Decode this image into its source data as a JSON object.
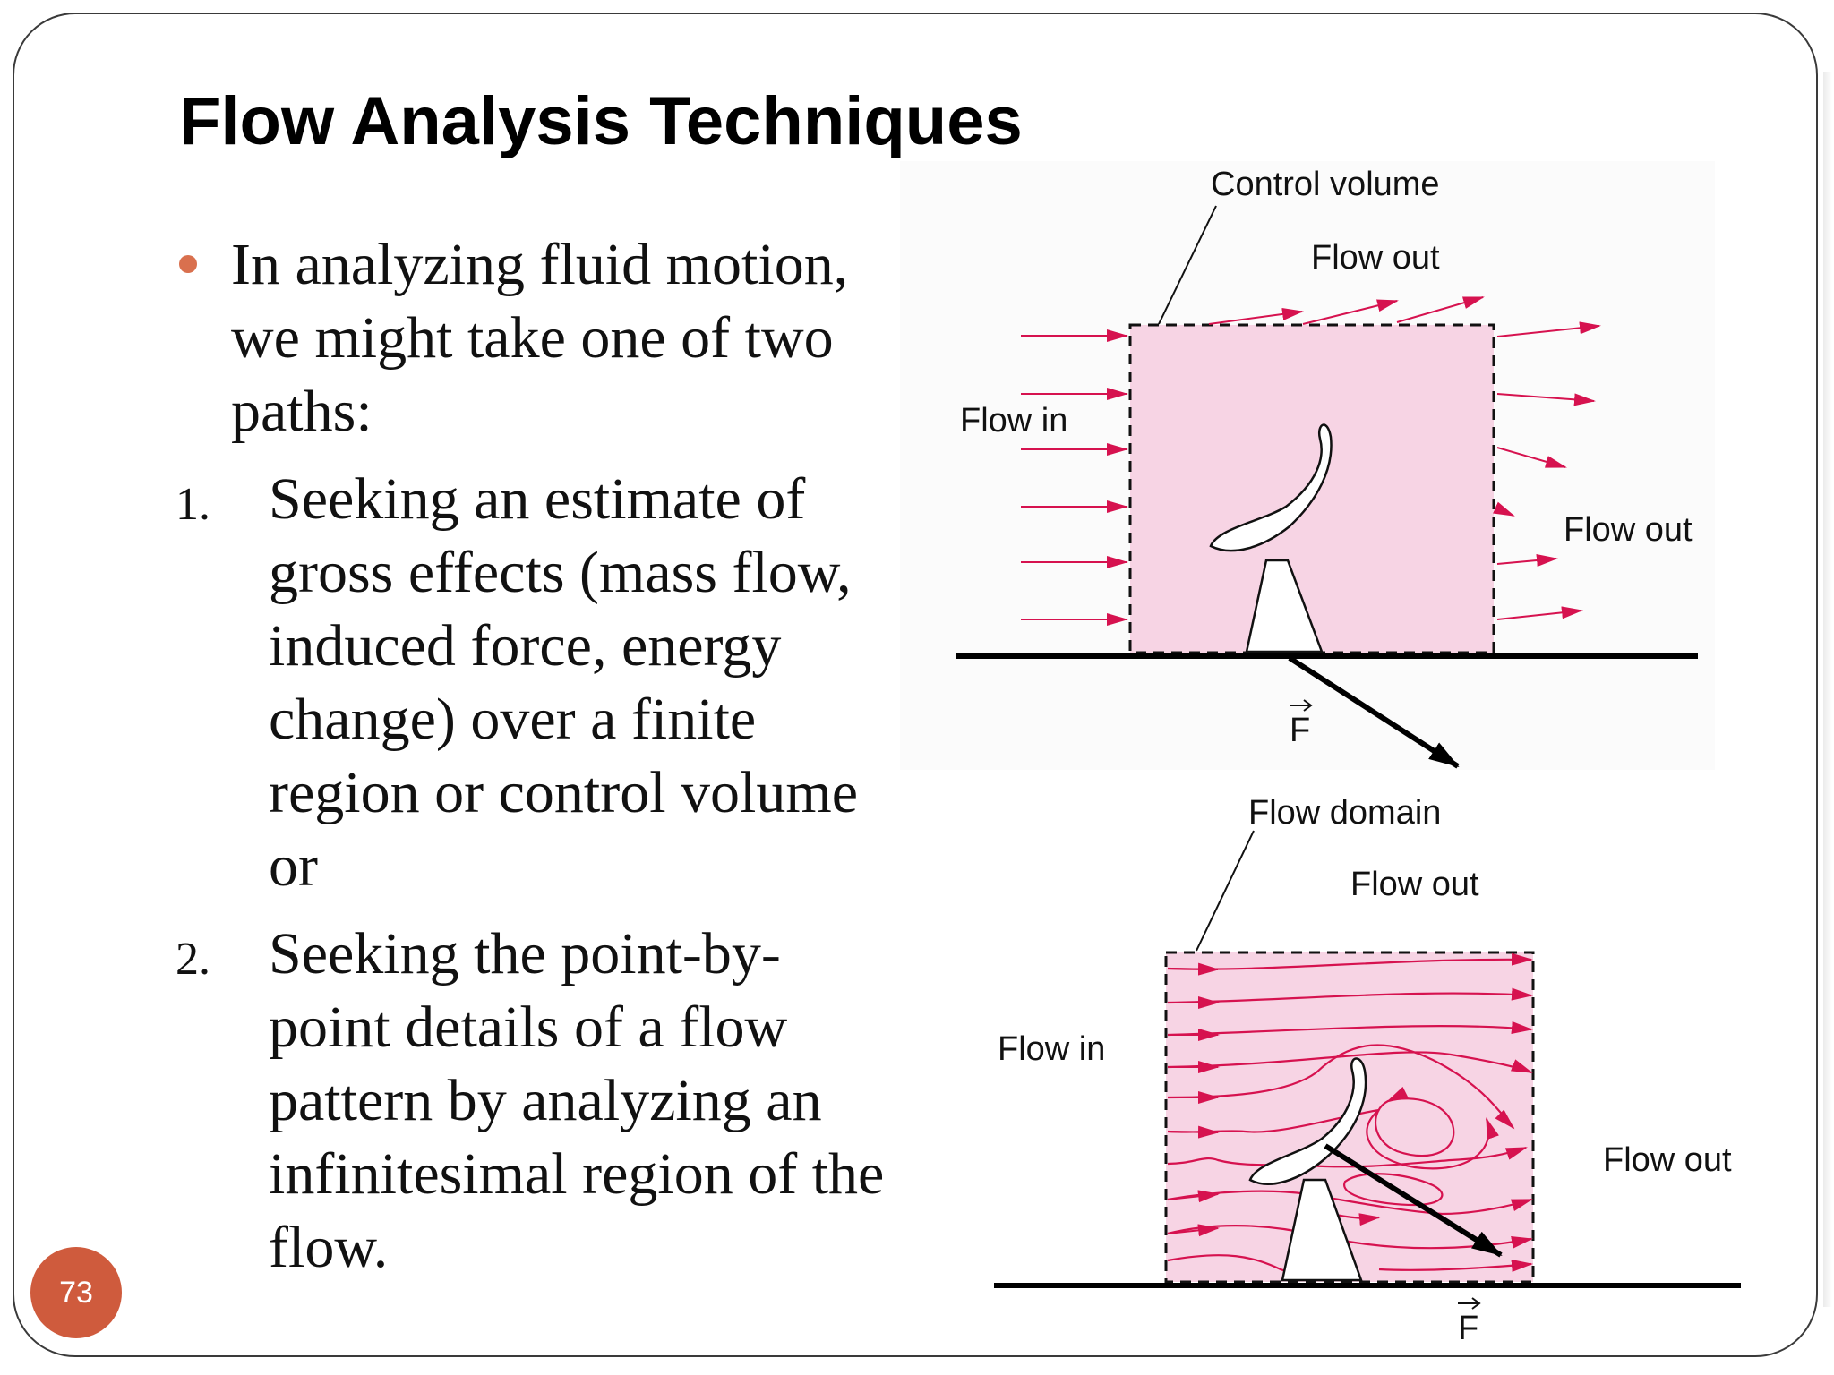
{
  "slide": {
    "title": "Flow Analysis Techniques",
    "page_number": "73"
  },
  "content": {
    "bullet": "In analyzing fluid motion, we might take one of two paths:",
    "items": [
      {
        "marker": "1.",
        "text": "Seeking an estimate of gross effects (mass flow, induced force, energy change) over a finite region or control volume or"
      },
      {
        "marker": "2.",
        "text": "Seeking the point-by-point details of a flow pattern by analyzing an infinitesimal region of the flow."
      }
    ]
  },
  "diagram_top": {
    "label_control_volume": "Control volume",
    "label_flow_out_top": "Flow out",
    "label_flow_in": "Flow in",
    "label_flow_out_right": "Flow out",
    "label_force": "F"
  },
  "diagram_bottom": {
    "label_flow_domain": "Flow domain",
    "label_flow_out_top": "Flow out",
    "label_flow_in": "Flow in",
    "label_flow_out_right": "Flow out",
    "label_force": "F"
  },
  "colors": {
    "region_fill": "#f7d4e4",
    "arrow": "#d6124f",
    "badge": "#cf5b3d",
    "bullet": "#d9704e"
  }
}
